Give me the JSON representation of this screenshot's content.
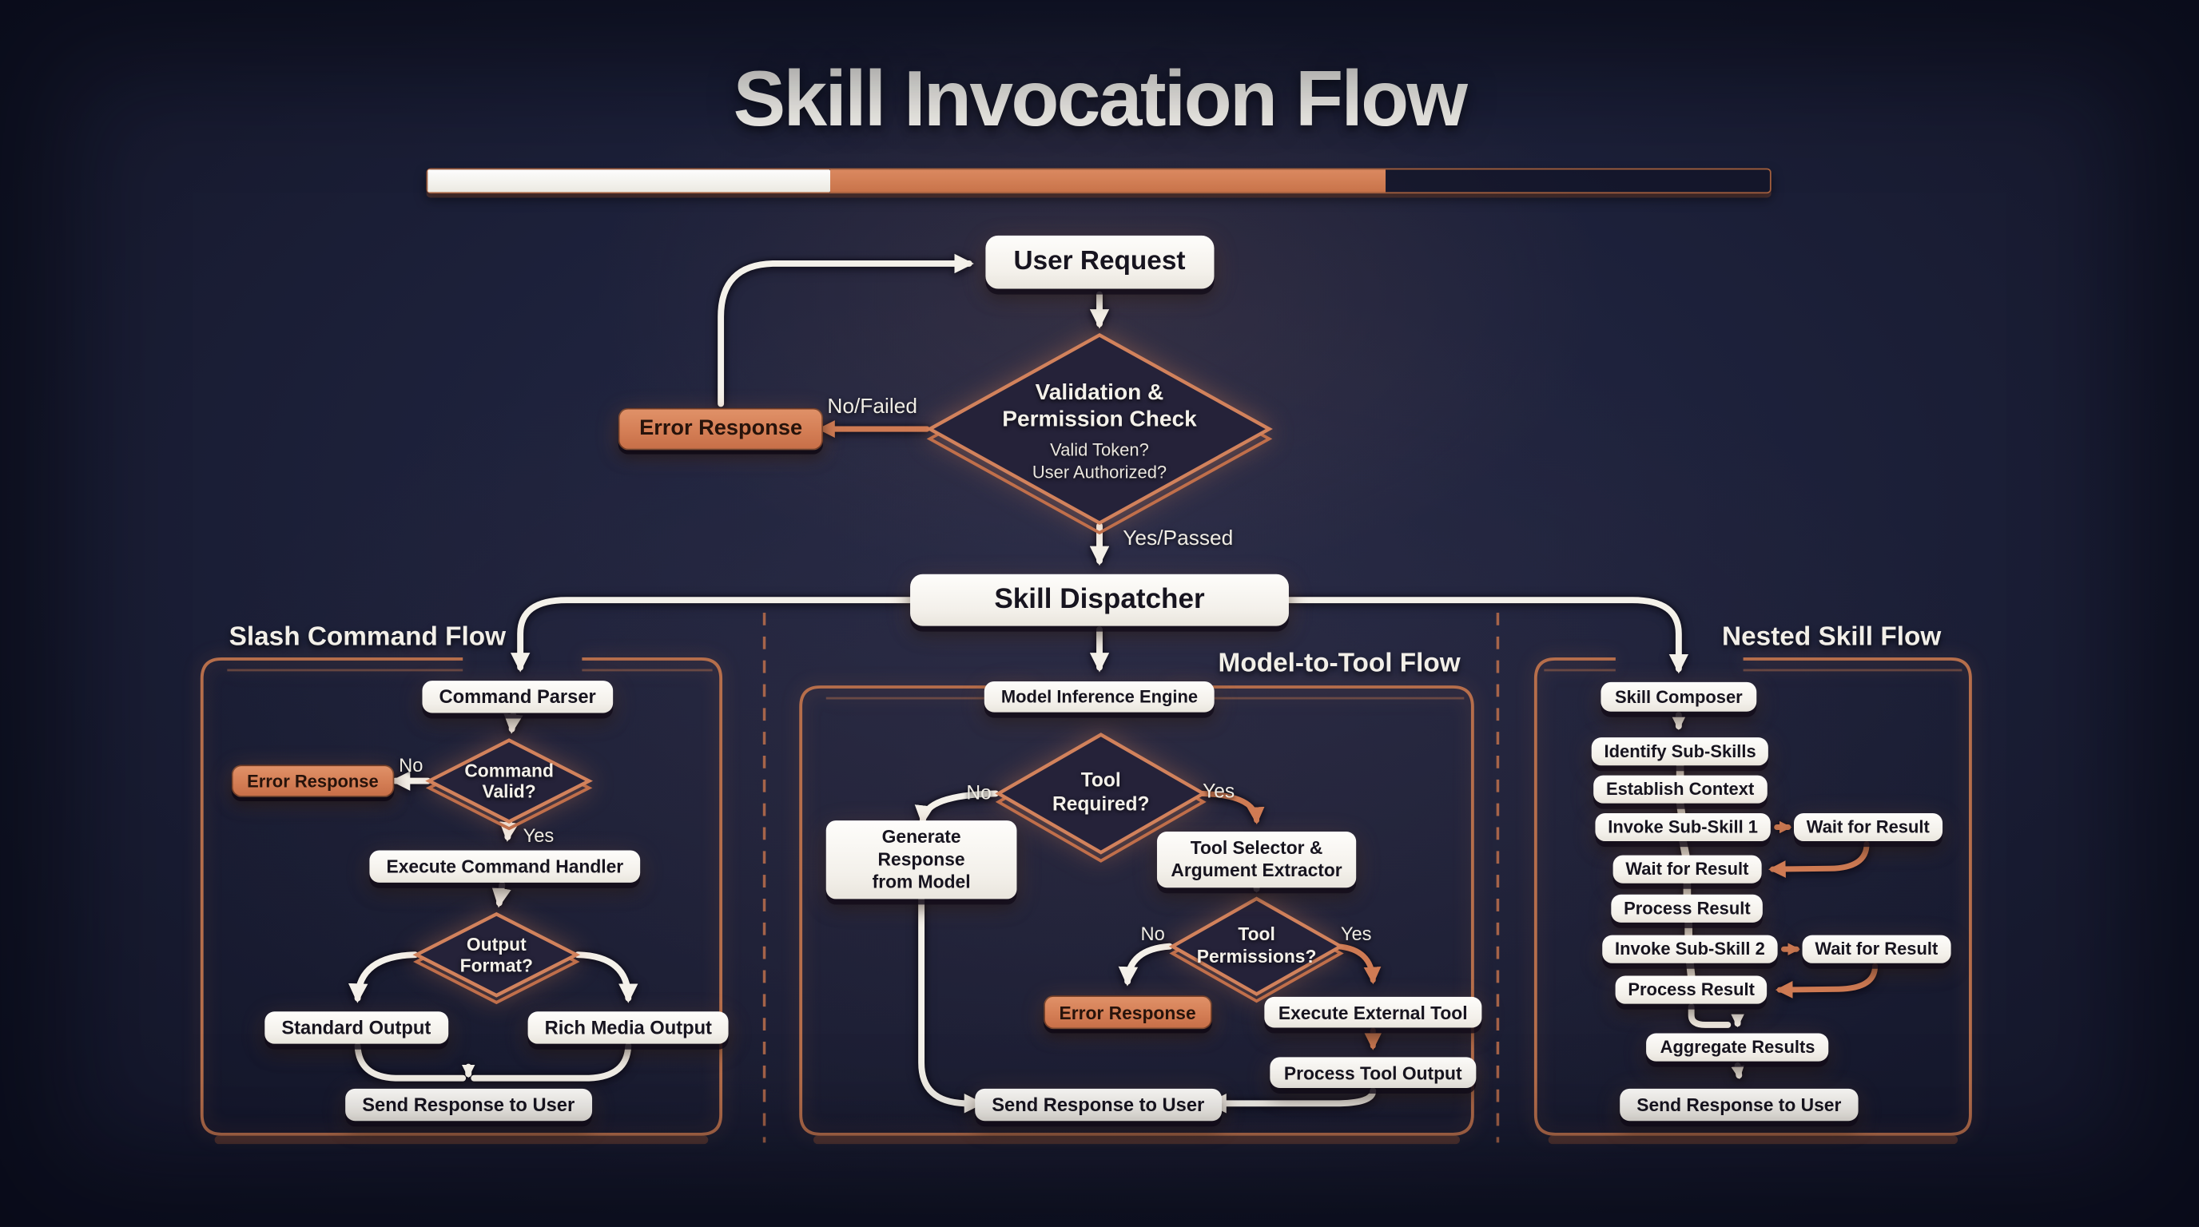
{
  "title": "Skill Invocation Flow",
  "progress_bar": {
    "segments": [
      {
        "name": "white-segment",
        "percent": 30,
        "color": "#f6f4ee"
      },
      {
        "name": "orange-segment",
        "percent": 41,
        "color": "#d07a52"
      },
      {
        "name": "remaining-track",
        "percent": 29,
        "color": "#1a1d33"
      }
    ]
  },
  "colors": {
    "background": "#1b1f37",
    "accent_orange": "#cf7b54",
    "line_white": "#f4f1ea",
    "box_white": "#f6f3ed",
    "box_text_dark": "#17141f",
    "container_border": "#b66e4b"
  },
  "main": {
    "user_request": "User Request",
    "validation": {
      "l1": "Validation &",
      "l2": "Permission Check",
      "s1": "Valid Token?",
      "s2": "User Authorized?"
    },
    "error_response": "Error Response",
    "no_failed": "No/Failed",
    "yes_passed": "Yes/Passed",
    "skill_dispatcher": "Skill Dispatcher"
  },
  "slash": {
    "section_title": "Slash Command Flow",
    "command_parser": "Command Parser",
    "command_valid": {
      "l1": "Command",
      "l2": "Valid?"
    },
    "no": "No",
    "yes": "Yes",
    "error_response": "Error Response",
    "execute_command_handler": "Execute Command Handler",
    "output_format": {
      "l1": "Output",
      "l2": "Format?"
    },
    "standard_output": "Standard Output",
    "rich_media_output": "Rich Media Output",
    "send_response": "Send Response to User"
  },
  "mtf": {
    "section_title": "Model-to-Tool Flow",
    "model_inference_engine": "Model Inference Engine",
    "tool_required": {
      "l1": "Tool",
      "l2": "Required?"
    },
    "no": "No",
    "yes": "Yes",
    "generate_response": {
      "l1": "Generate Response",
      "l2": "from Model"
    },
    "tool_selector": {
      "l1": "Tool Selector &",
      "l2": "Argument Extractor"
    },
    "tool_permissions": {
      "l1": "Tool",
      "l2": "Permissions?"
    },
    "perm_no": "No",
    "perm_yes": "Yes",
    "error_response": "Error Response",
    "execute_external_tool": "Execute External Tool",
    "process_tool_output": "Process Tool Output",
    "send_response": "Send Response to User"
  },
  "nested": {
    "section_title": "Nested Skill Flow",
    "skill_composer": "Skill Composer",
    "identify_sub_skills": "Identify Sub-Skills",
    "establish_context": "Establish Context",
    "invoke_sub_skill_1": "Invoke Sub-Skill 1",
    "wait_for_result_a": "Wait for Result",
    "wait_for_result_b": "Wait for Result",
    "process_result_1": "Process Result",
    "invoke_sub_skill_2": "Invoke Sub-Skill 2",
    "wait_for_result_c": "Wait for Result",
    "process_result_2": "Process Result",
    "aggregate_results": "Aggregate Results",
    "send_response": "Send Response to User"
  }
}
